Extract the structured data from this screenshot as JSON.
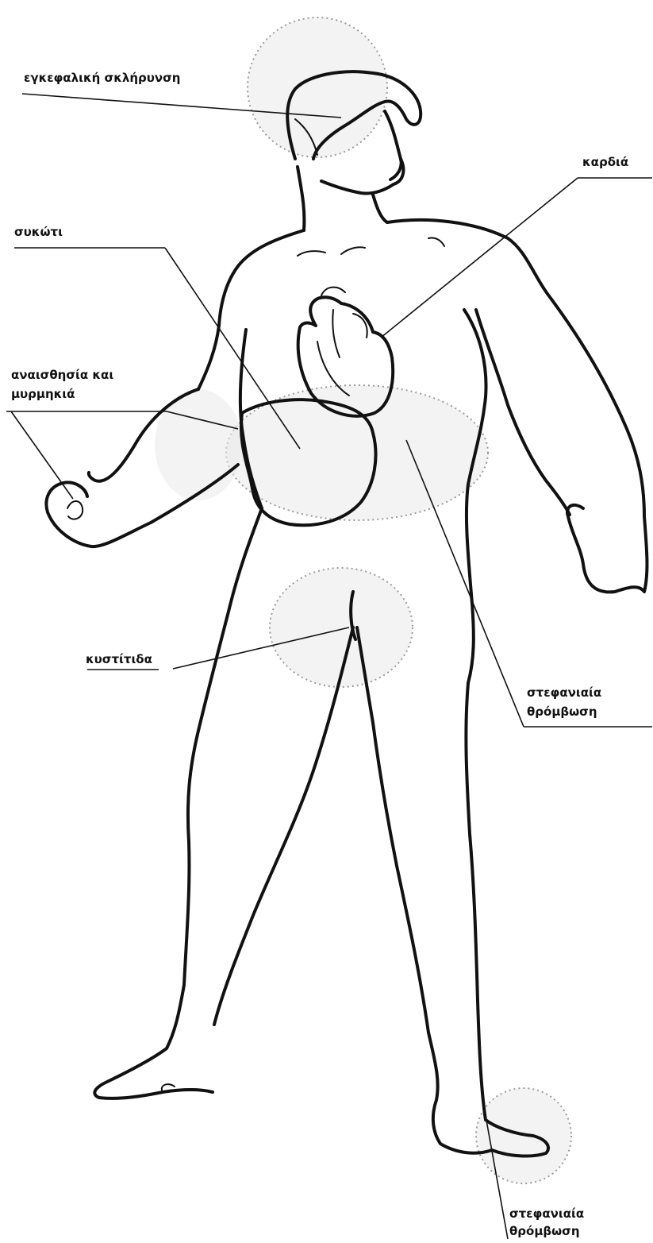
{
  "labels": {
    "brain": "εγκεφαλική σκλήρυνση",
    "heart": "καρδιά",
    "liver": "συκώτι",
    "numbness_line1": "αναισθησία και",
    "numbness_line2": "μυρμηκιά",
    "cystitis": "κυστίτιδα",
    "thrombosis_mid_line1": "στεφανιαία",
    "thrombosis_mid_line2": "θρόμβωση",
    "thrombosis_foot_line1": "στεφανιαία",
    "thrombosis_foot_line2": "θρόμβωση"
  },
  "icons": {
    "body": "human-figure-outline",
    "heart": "heart-icon",
    "liver": "liver-zone"
  }
}
